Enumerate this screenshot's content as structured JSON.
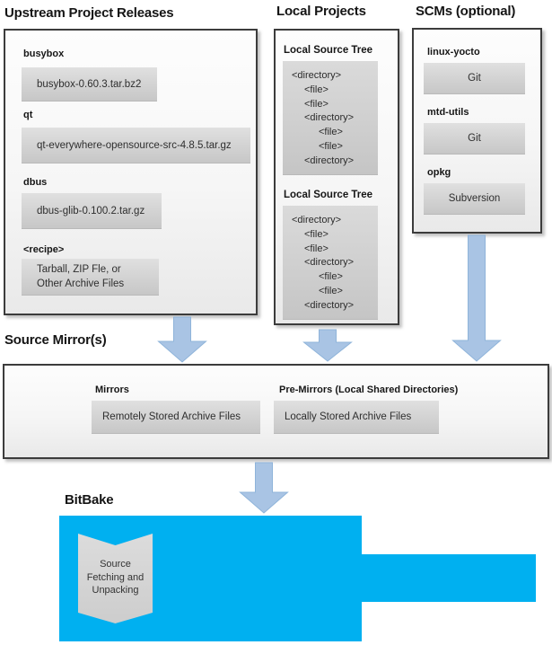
{
  "colors": {
    "bitbake_blue": "#00B0F0",
    "arrow_fill": "#A9C4E4",
    "arrow_edge": "#8FB4DA"
  },
  "upstream": {
    "title": "Upstream Project Releases",
    "items": [
      {
        "label": "busybox",
        "value": "busybox-0.60.3.tar.bz2"
      },
      {
        "label": "qt",
        "value": "qt-everywhere-opensource-src-4.8.5.tar.gz"
      },
      {
        "label": "dbus",
        "value": "dbus-glib-0.100.2.tar.gz"
      },
      {
        "label": "<recipe>",
        "value": "Tarball, ZIP Fle, or\nOther Archive Files"
      }
    ]
  },
  "local_projects": {
    "title": "Local Projects",
    "trees": [
      {
        "label": "Local Source Tree",
        "lines": [
          "<directory>",
          "<file>",
          "<file>",
          "<directory>",
          "<file>",
          "<file>",
          "<directory>"
        ]
      },
      {
        "label": "Local Source Tree",
        "lines": [
          "<directory>",
          "<file>",
          "<file>",
          "<directory>",
          "<file>",
          "<file>",
          "<directory>"
        ]
      }
    ]
  },
  "scms": {
    "title": "SCMs (optional)",
    "items": [
      {
        "label": "linux-yocto",
        "value": "Git"
      },
      {
        "label": "mtd-utils",
        "value": "Git"
      },
      {
        "label": "opkg",
        "value": "Subversion"
      }
    ]
  },
  "mirrors": {
    "title": "Source Mirror(s)",
    "items": [
      {
        "label": "Mirrors",
        "value": "Remotely Stored Archive Files"
      },
      {
        "label": "Pre-Mirrors (Local Shared Directories)",
        "value": "Locally Stored Archive Files"
      }
    ]
  },
  "bitbake": {
    "title": "BitBake",
    "process": "Source\nFetching and\nUnpacking"
  }
}
